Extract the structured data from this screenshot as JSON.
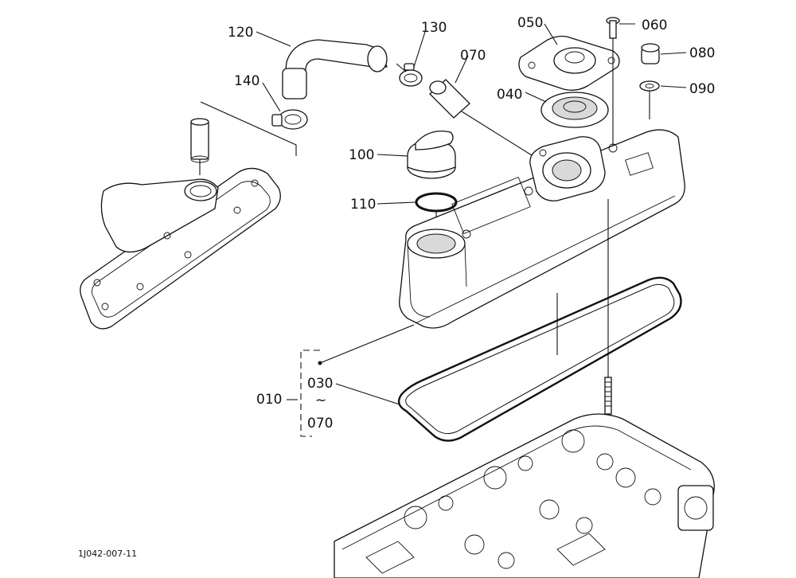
{
  "drawing_code": "1J042-007-11",
  "callouts": [
    {
      "id": "c120",
      "text": "120"
    },
    {
      "id": "c130",
      "text": "130"
    },
    {
      "id": "c140",
      "text": "140"
    },
    {
      "id": "c070a",
      "text": "070"
    },
    {
      "id": "c050",
      "text": "050"
    },
    {
      "id": "c060",
      "text": "060"
    },
    {
      "id": "c080",
      "text": "080"
    },
    {
      "id": "c090",
      "text": "090"
    },
    {
      "id": "c040",
      "text": "040"
    },
    {
      "id": "c100",
      "text": "100"
    },
    {
      "id": "c110",
      "text": "110"
    },
    {
      "id": "c010",
      "text": "010"
    },
    {
      "id": "c030",
      "text": "030"
    },
    {
      "id": "ctilde",
      "text": "~"
    },
    {
      "id": "c070b",
      "text": "070"
    }
  ]
}
